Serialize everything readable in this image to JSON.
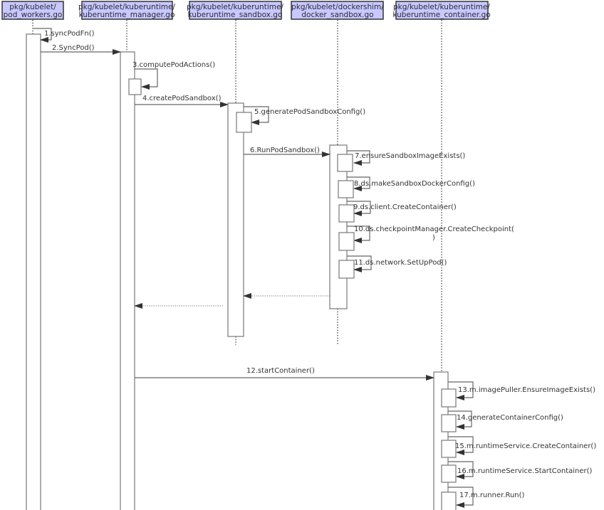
{
  "title": "kubelet SyncPod sandbox and container creation sequence",
  "colors": {
    "participant_fill": "#c8c8ff",
    "participant_border": "#333333",
    "line": "#666666"
  },
  "participants": [
    {
      "id": "pod_workers",
      "line1": "pkg/kubelet/",
      "line2": "pod_workers.go"
    },
    {
      "id": "kuberuntime_manager",
      "line1": "pkg/kubelet/kuberuntime/",
      "line2": "kuberuntime_manager.go"
    },
    {
      "id": "kuberuntime_sandbox",
      "line1": "pkg/kubelet/kuberuntime/",
      "line2": "kuberuntime_sandbox.go"
    },
    {
      "id": "docker_sandbox",
      "line1": "pkg/kubelet/dockershim/",
      "line2": "docker_sandbox.go"
    },
    {
      "id": "kuberuntime_container",
      "line1": "pkg/kubelet/kuberuntime/",
      "line2": "kuberuntime_container.go"
    }
  ],
  "messages": [
    {
      "seq": 1,
      "label": "1.syncPodFn()",
      "from": "pod_workers",
      "to": "pod_workers",
      "type": "self"
    },
    {
      "seq": 2,
      "label": "2.SyncPod()",
      "from": "pod_workers",
      "to": "kuberuntime_manager",
      "type": "call"
    },
    {
      "seq": 3,
      "label": "3.computePodActions()",
      "from": "kuberuntime_manager",
      "to": "kuberuntime_manager",
      "type": "self"
    },
    {
      "seq": 4,
      "label": "4.createPodSandbox()",
      "from": "kuberuntime_manager",
      "to": "kuberuntime_sandbox",
      "type": "call"
    },
    {
      "seq": 5,
      "label": "5.generatePodSandboxConfig()",
      "from": "kuberuntime_sandbox",
      "to": "kuberuntime_sandbox",
      "type": "self"
    },
    {
      "seq": 6,
      "label": "6.RunPodSandbox()",
      "from": "kuberuntime_sandbox",
      "to": "docker_sandbox",
      "type": "call"
    },
    {
      "seq": 7,
      "label": "7.ensureSandboxImageExists()",
      "from": "docker_sandbox",
      "to": "docker_sandbox",
      "type": "self"
    },
    {
      "seq": 8,
      "label": "8.ds.makeSandboxDockerConfig()",
      "from": "docker_sandbox",
      "to": "docker_sandbox",
      "type": "self"
    },
    {
      "seq": 9,
      "label": "9.ds.client.CreateContainer()",
      "from": "docker_sandbox",
      "to": "docker_sandbox",
      "type": "self"
    },
    {
      "seq": 10,
      "label": "10.ds.checkpointManager.CreateCheckpoint(",
      "label_line2": ")",
      "from": "docker_sandbox",
      "to": "docker_sandbox",
      "type": "self"
    },
    {
      "seq": 11,
      "label": "11.ds.network.SetUpPod()",
      "from": "docker_sandbox",
      "to": "docker_sandbox",
      "type": "self"
    },
    {
      "seq": null,
      "label": "",
      "from": "docker_sandbox",
      "to": "kuberuntime_sandbox",
      "type": "return"
    },
    {
      "seq": null,
      "label": "",
      "from": "kuberuntime_sandbox",
      "to": "kuberuntime_manager",
      "type": "return"
    },
    {
      "seq": 12,
      "label": "12.startContainer()",
      "from": "kuberuntime_manager",
      "to": "kuberuntime_container",
      "type": "call"
    },
    {
      "seq": 13,
      "label": "13.m.imagePuller.EnsureImageExists()",
      "from": "kuberuntime_container",
      "to": "kuberuntime_container",
      "type": "self"
    },
    {
      "seq": 14,
      "label": "14.generateContainerConfig()",
      "from": "kuberuntime_container",
      "to": "kuberuntime_container",
      "type": "self"
    },
    {
      "seq": 15,
      "label": "15.m.runtimeService.CreateContainer()",
      "from": "kuberuntime_container",
      "to": "kuberuntime_container",
      "type": "self"
    },
    {
      "seq": 16,
      "label": "16.m.runtimeService.StartContainer()",
      "from": "kuberuntime_container",
      "to": "kuberuntime_container",
      "type": "self"
    },
    {
      "seq": 17,
      "label": "17.m.runner.Run()",
      "from": "kuberuntime_container",
      "to": "kuberuntime_container",
      "type": "self"
    }
  ]
}
